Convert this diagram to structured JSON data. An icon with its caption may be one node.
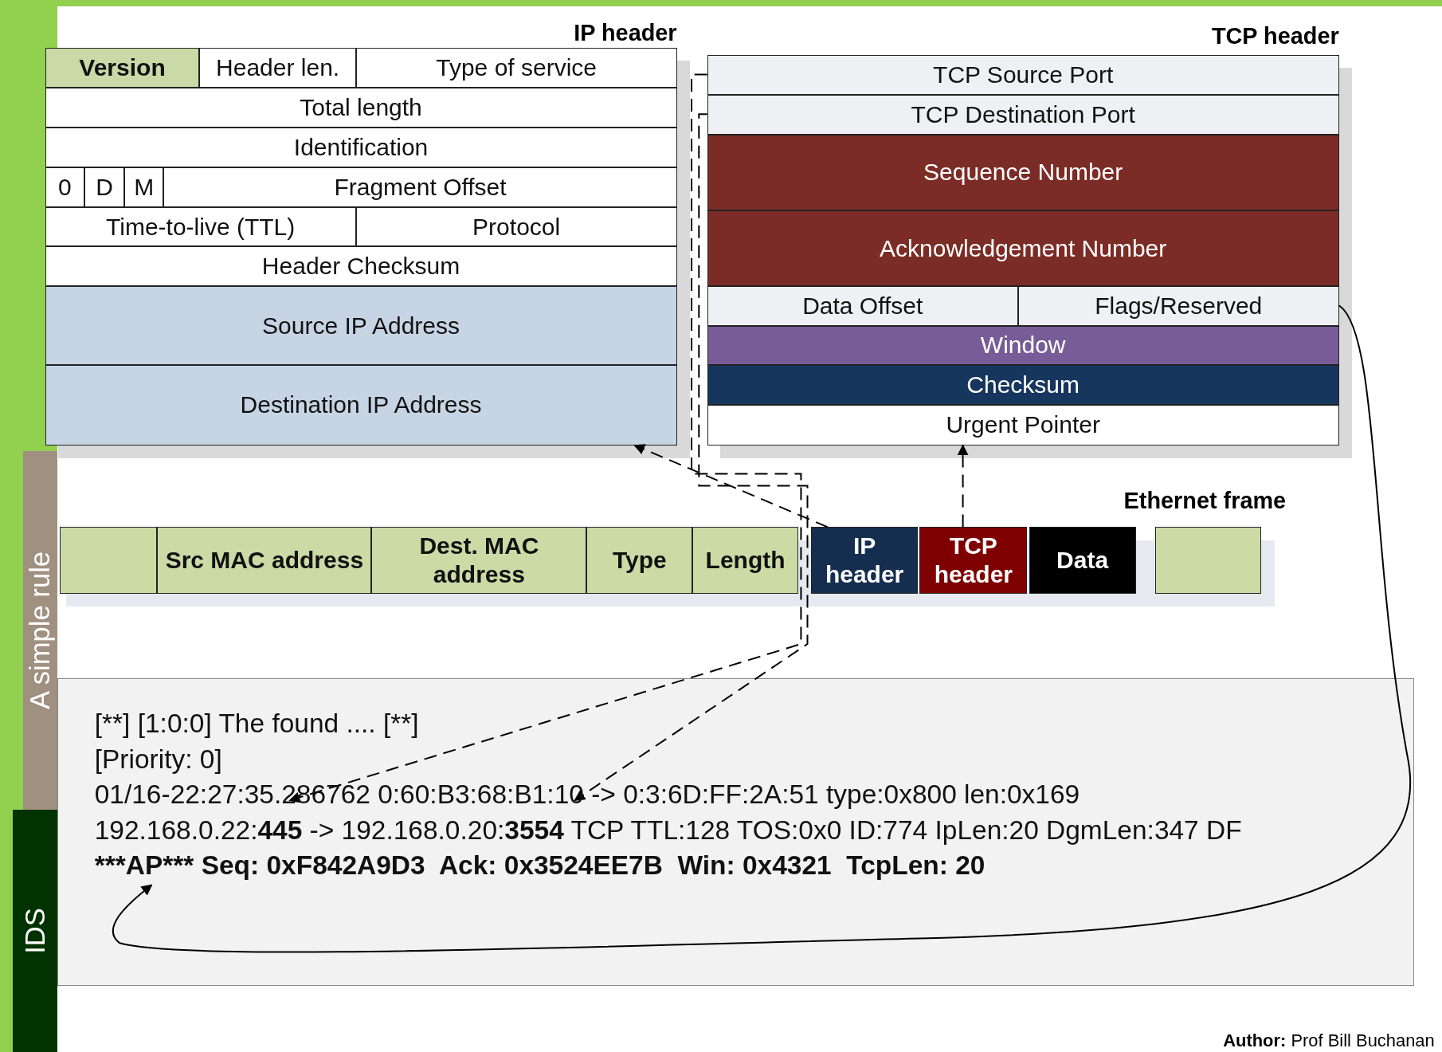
{
  "diagram": {
    "nodes": [
      {
        "text": [
          "IP header"
        ]
      },
      {
        "text": [
          "Version"
        ],
        "in": 0
      },
      {
        "text": [
          "Header len."
        ],
        "in": 0
      },
      {
        "text": [
          "Type of service"
        ],
        "in": 0
      },
      {
        "text": [
          "Total length"
        ],
        "in": 0
      },
      {
        "text": [
          "Identification"
        ],
        "in": 0
      },
      {
        "text": [
          "0"
        ],
        "in": 0
      },
      {
        "text": [
          "D"
        ],
        "in": 0
      },
      {
        "text": [
          "M"
        ],
        "in": 0
      },
      {
        "text": [
          "Fragment Offset"
        ],
        "in": 0
      },
      {
        "text": [
          "Time-to-live (TTL)"
        ],
        "in": 0
      },
      {
        "text": [
          "Protocol"
        ],
        "in": 0
      },
      {
        "text": [
          "Header Checksum"
        ],
        "in": 0
      },
      {
        "text": [
          "Source IP Address"
        ],
        "in": 0
      },
      {
        "text": [
          "Destination IP Address"
        ],
        "in": 0
      },
      {
        "text": [
          "TCP header"
        ]
      },
      {
        "text": [
          "TCP Source Port"
        ],
        "in": 15
      },
      {
        "text": [
          "TCP Destination Port"
        ],
        "in": 15
      },
      {
        "text": [
          "Sequence Number"
        ],
        "in": 15
      },
      {
        "text": [
          "Acknowledgement Number"
        ],
        "in": 15
      },
      {
        "text": [
          "Data Offset"
        ],
        "in": 15
      },
      {
        "text": [
          "Flags/Reserved"
        ],
        "in": 15
      },
      {
        "text": [
          "Window"
        ],
        "in": 15
      },
      {
        "text": [
          "Checksum"
        ],
        "in": 15
      },
      {
        "text": [
          "Urgent Pointer"
        ],
        "in": 15
      },
      {
        "text": [],
        "shape": "box"
      },
      {
        "text": [
          "Src MAC address"
        ]
      },
      {
        "text": [
          "Dest. MAC address"
        ]
      },
      {
        "text": [
          "Type"
        ]
      },
      {
        "text": [
          "Length"
        ]
      },
      {
        "text": [
          "IP header"
        ]
      },
      {
        "text": [
          "TCP header"
        ]
      },
      {
        "text": [
          "Data"
        ]
      },
      {
        "text": [],
        "shape": "box"
      },
      {
        "text": [
          "[**] [1:0:0] The found .... [**]",
          "[Priority: 0]",
          "01/16-22:27:35.286762 0:60:B3:68:B1:10 -> 0:3:6D:FF:2A:51 type:0x800 len:0x169",
          "192.168.0.22:**445** -> 192.168.0.20:**3554** TCP TTL:128 TOS:0x0 ID:774 IpLen:20 DgmLen:347 DF",
          "***AP*** Seq: 0xF842A9D3  Ack: 0x3524EE7B  Win: 0x4321  TcpLen: 20"
        ]
      },
      {
        "text": [
          "A simple rule"
        ]
      },
      {
        "text": [
          "IDS"
        ]
      }
    ],
    "edges": [
      {
        "from": 16,
        "to": 34,
        "arrow": "to",
        "style": "dashed"
      },
      {
        "from": 17,
        "to": 34,
        "arrow": "to",
        "style": "dashed"
      },
      {
        "from": 30,
        "to": 0,
        "arrow": "to",
        "style": "dashed"
      },
      {
        "from": 31,
        "to": 15,
        "arrow": "to",
        "style": "dashed"
      },
      {
        "from": 21,
        "to": 34,
        "arrow": "to"
      }
    ],
    "labels": [
      "Ethernet frame",
      "**Author:** Prof Bill Buchanan"
    ]
  }
}
